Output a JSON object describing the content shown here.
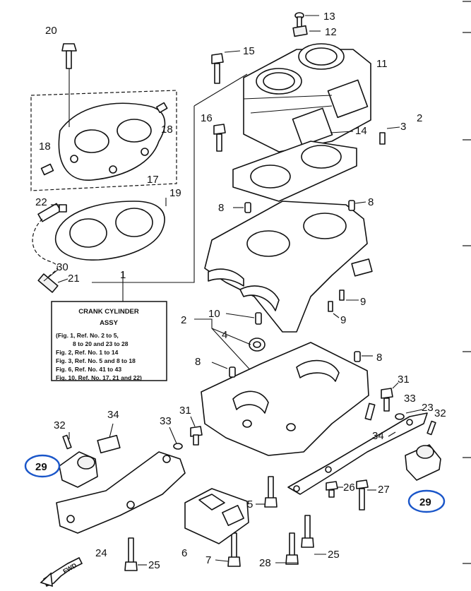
{
  "callouts": {
    "c20": "20",
    "c13": "13",
    "c12": "12",
    "c15": "15",
    "c11": "11",
    "c16": "16",
    "c2a": "2",
    "c3": "3",
    "c14": "14",
    "c18a": "18",
    "c18b": "18",
    "c17": "17",
    "c19": "19",
    "c22": "22",
    "c8a": "8",
    "c8b": "8",
    "c30": "30",
    "c21": "21",
    "c1": "1",
    "c9a": "9",
    "c9b": "9",
    "c10": "10",
    "c2b": "2",
    "c4": "4",
    "c8c": "8",
    "c8d": "8",
    "c31a": "31",
    "c31b": "31",
    "c34a": "34",
    "c33a": "33",
    "c33b": "33",
    "c23": "23",
    "c32a": "32",
    "c32b": "32",
    "c29a": "29",
    "c29b": "29",
    "c34b": "34",
    "c26": "26",
    "c27": "27",
    "c5": "5",
    "c24": "24",
    "c6": "6",
    "c7": "7",
    "c28": "28",
    "c25a": "25",
    "c25b": "25"
  },
  "note_box": {
    "title": "CRANK CYLINDER",
    "subtitle": "ASSY",
    "lines": [
      "(Fig. 1, Ref. No. 2 to 5,",
      "8 to 20 and 23 to 28",
      "Fig. 2, Ref. No. 1 to 14",
      "Fig. 3, Ref. No. 5 and 8 to 18",
      "Fig. 6, Ref. No. 41 to 43",
      "Fig. 10, Ref. No. 17, 21 and 22)"
    ]
  },
  "fwd_label": "FWD",
  "highlight_color": "#1a56c9"
}
